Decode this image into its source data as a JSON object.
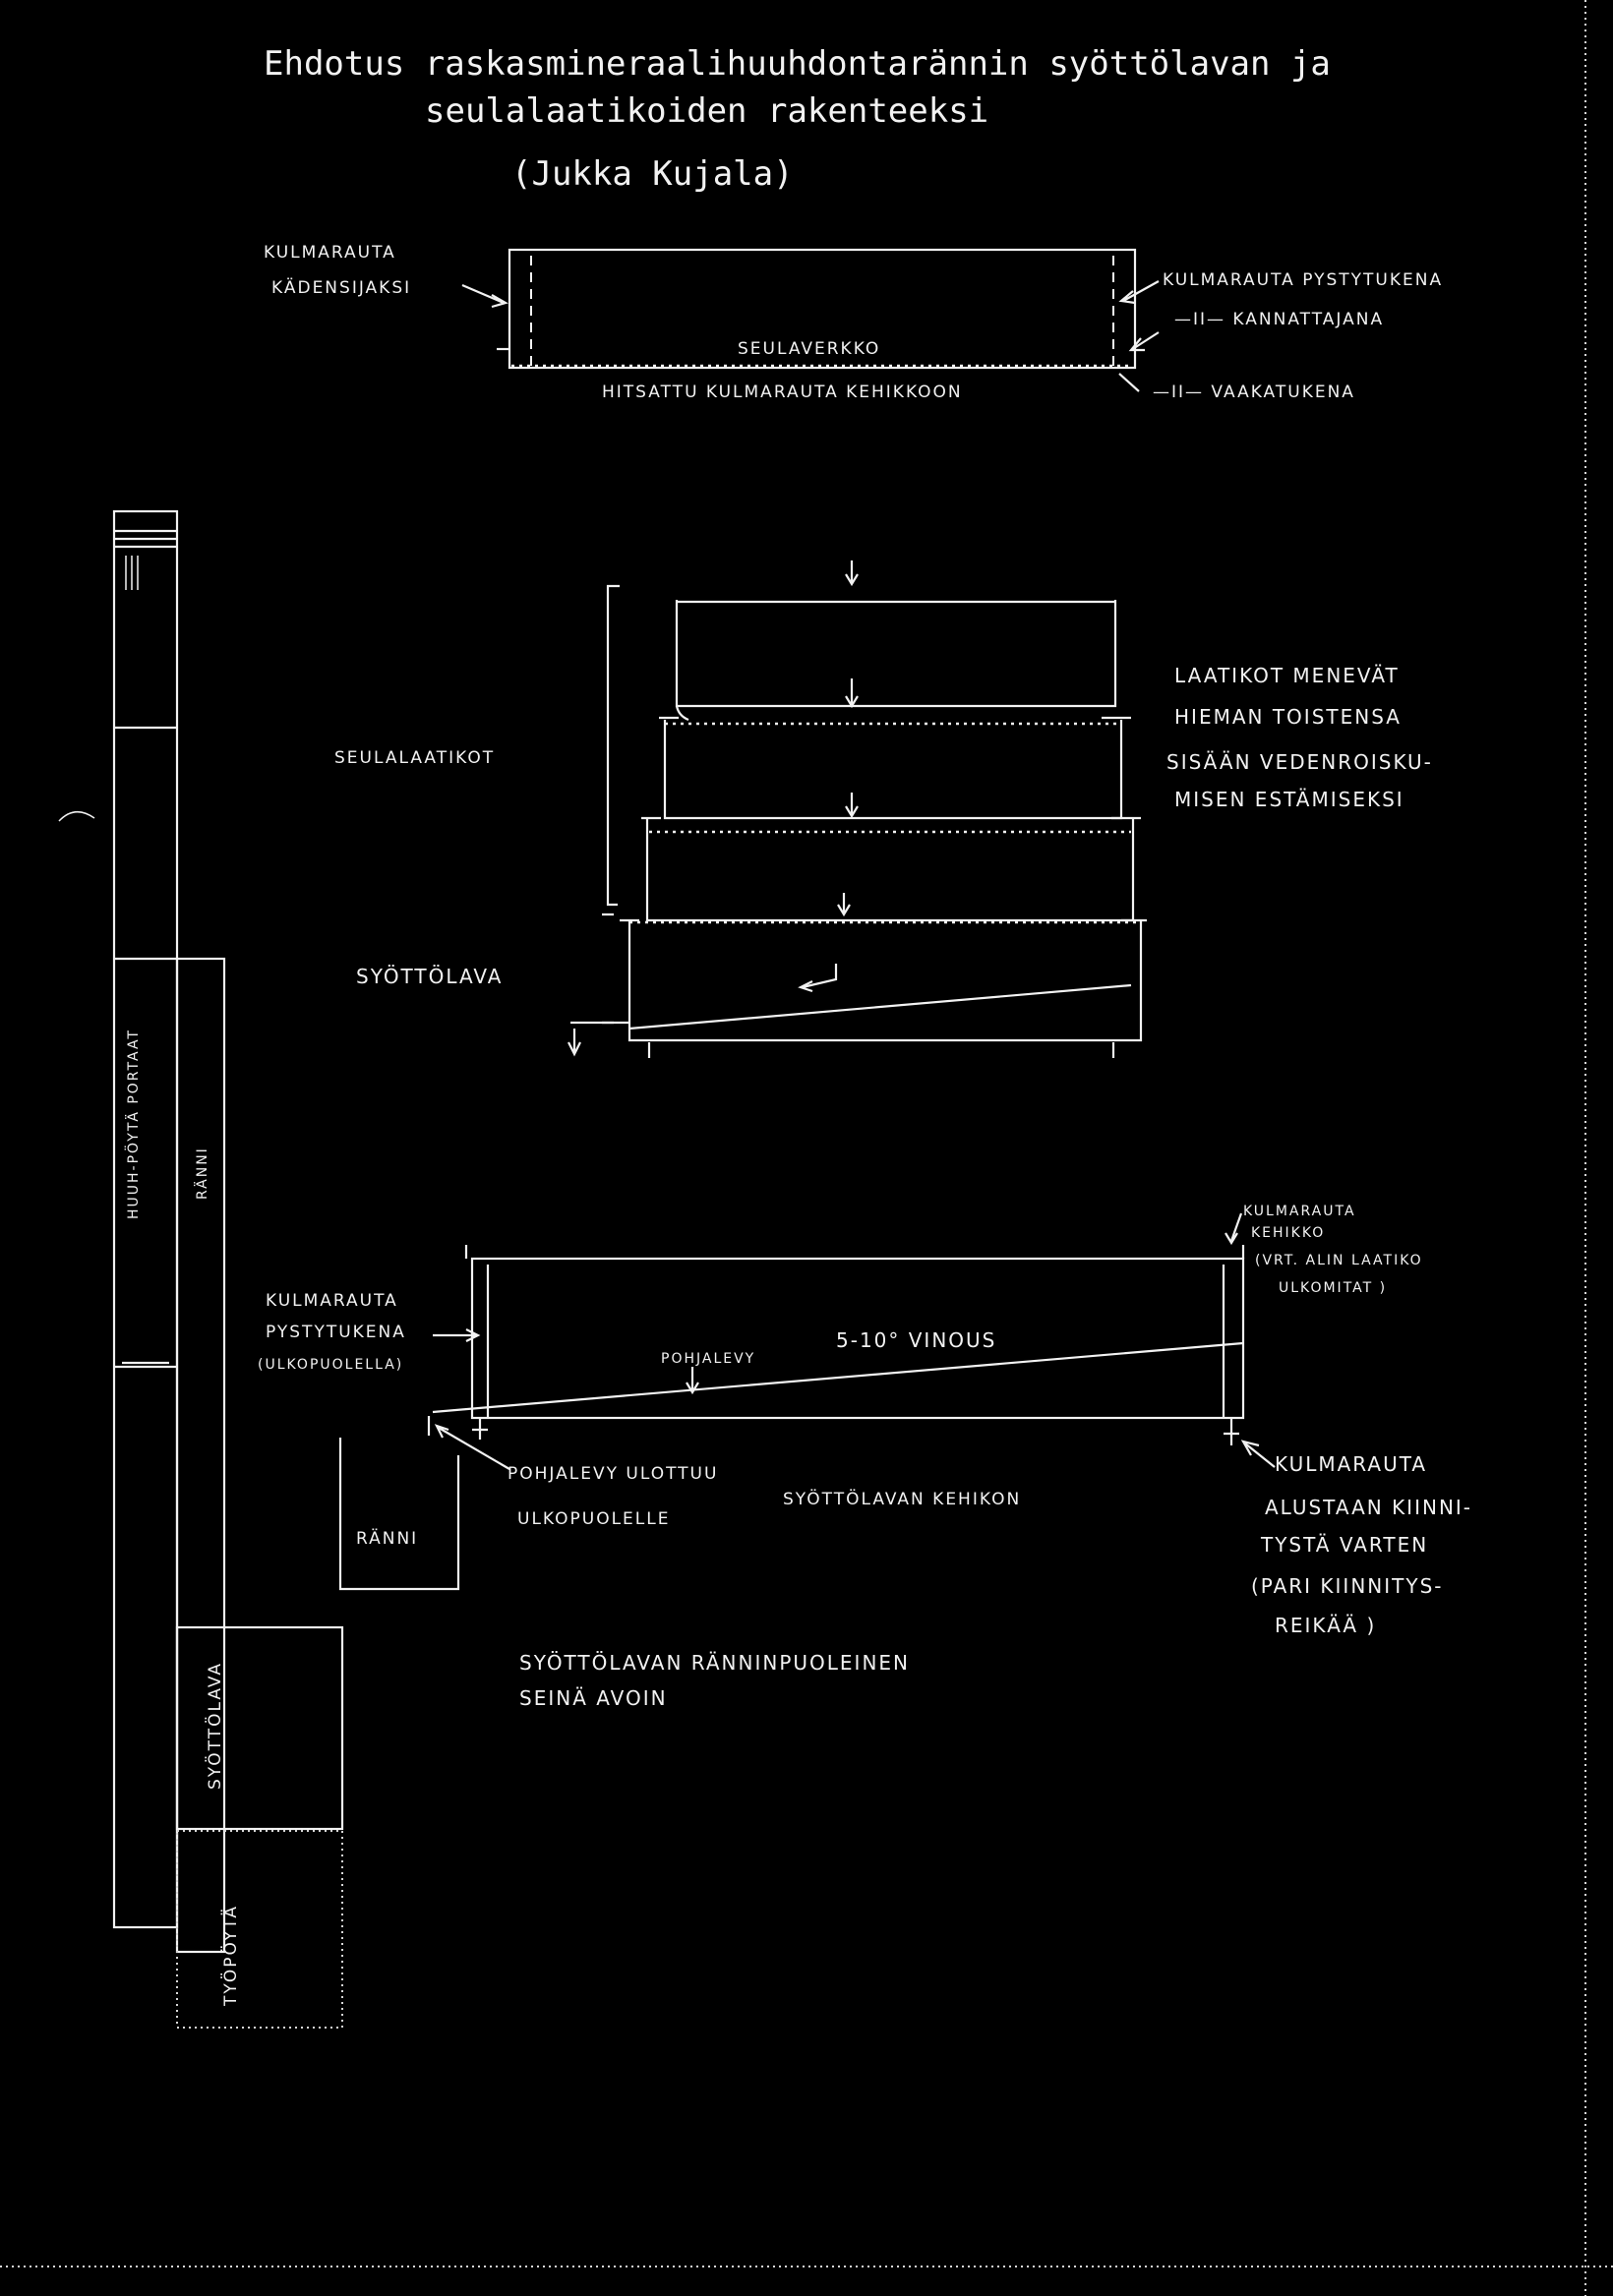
{
  "title": {
    "line1": "Ehdotus raskasmineraalihuuhdontarännin syöttölavan ja",
    "line2": "seulalaatikoiden rakenteeksi",
    "author": "(Jukka Kujala)"
  },
  "top_frame": {
    "left_label_1": "KULMARAUTA",
    "left_label_2": "KÄDENSIJAKSI",
    "center_label": "SEULAVERKKO",
    "bottom_label": "HITSATTU KULMARAUTA KEHIKKOON",
    "right_label_1": "KULMARAUTA PYSTYTUKENA",
    "right_label_2": "—II— KANNATTAJANA",
    "right_label_3": "—II— VAAKATUKENA"
  },
  "left_column": {
    "label_upper": "HUUH-PÖYTÄ PORTAAT",
    "label_ranni": "RÄNNI",
    "label_syottolava": "SYÖTTÖLAVA",
    "label_tyopoyta": "TYÖPÖYTÄ"
  },
  "stack": {
    "label_seulalaatikot": "SEULALAATIKOT",
    "label_syottolava": "SYÖTTÖLAVA",
    "note_1": "LAATIKOT MENEVÄT",
    "note_2": "HIEMAN TOISTENSA",
    "note_3": "SISÄÄN VEDENROISKU-",
    "note_4": "MISEN ESTÄMISEKSI"
  },
  "detail": {
    "left_1": "KULMARAUTA",
    "left_2": "PYSTYTUKENA",
    "left_3": "(ULKOPUOLELLA)",
    "pohjalevy": "POHJALEVY",
    "slope": "5-10° VINOUS",
    "right_1": "KULMARAUTA",
    "right_2": "KEHIKKO",
    "right_3": "(VRT. ALIN LAATIKO",
    "right_4": "ULKOMITAT )",
    "ranni": "RÄNNI",
    "bottom_1": "POHJALEVY ULOTTUU",
    "bottom_2": "ULKOPUOLELLE",
    "bottom_3": "SYÖTTÖLAVAN KEHIKON",
    "br_1": "KULMARAUTA",
    "br_2": "ALUSTAAN KIINNI-",
    "br_3": "TYSTÄ VARTEN",
    "br_4": "(PARI KIINNITYS-",
    "br_5": "REIKÄÄ )",
    "wall_1": "SYÖTTÖLAVAN RÄNNINPUOLEINEN",
    "wall_2": "SEINÄ AVOIN"
  }
}
